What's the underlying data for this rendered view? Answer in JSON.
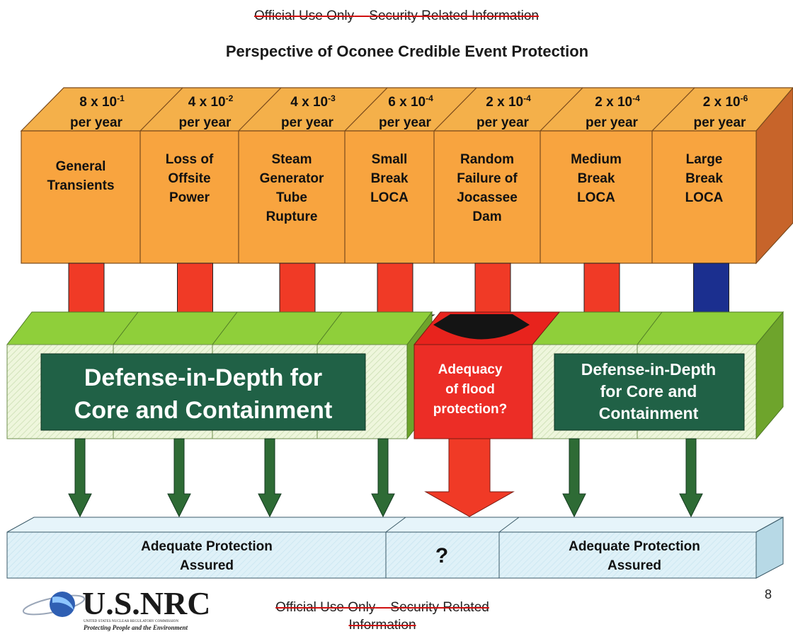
{
  "banner": {
    "prefix": "Official Use Only",
    "sep": " – ",
    "suffix": "Security Related Information"
  },
  "title": "Perspective of Oconee Credible Event Protection",
  "events": [
    {
      "mantissa": "8 x 10",
      "exp": "-1",
      "rate_unit": "per year",
      "lines": [
        "General",
        "Transients"
      ],
      "arrow": "red"
    },
    {
      "mantissa": "4 x 10",
      "exp": "-2",
      "rate_unit": "per year",
      "lines": [
        "Loss of",
        "Offsite",
        "Power"
      ],
      "arrow": "red"
    },
    {
      "mantissa": "4 x 10",
      "exp": "-3",
      "rate_unit": "per year",
      "lines": [
        "Steam",
        "Generator",
        "Tube",
        "Rupture"
      ],
      "arrow": "red"
    },
    {
      "mantissa": "6 x 10",
      "exp": "-4",
      "rate_unit": "per year",
      "lines": [
        "Small",
        "Break",
        "LOCA"
      ],
      "arrow": "red"
    },
    {
      "mantissa": "2 x 10",
      "exp": "-4",
      "rate_unit": "per year",
      "lines": [
        "Random",
        "Failure of",
        "Jocassee",
        "Dam"
      ],
      "arrow": "red"
    },
    {
      "mantissa": "2 x 10",
      "exp": "-4",
      "rate_unit": "per year",
      "lines": [
        "Medium",
        "Break",
        "LOCA"
      ],
      "arrow": "red"
    },
    {
      "mantissa": "2 x 10",
      "exp": "-6",
      "rate_unit": "per year",
      "lines": [
        "Large",
        "Break",
        "LOCA"
      ],
      "arrow": "blue"
    }
  ],
  "defense_left": {
    "lines": [
      "Defense-in-Depth for",
      "Core and Containment"
    ]
  },
  "flood": {
    "lines": [
      "Adequacy",
      "of flood",
      "protection?"
    ]
  },
  "defense_right": {
    "lines": [
      "Defense-in-Depth",
      "for Core and",
      "Containment"
    ]
  },
  "outcome_left": {
    "lines": [
      "Adequate Protection",
      "Assured"
    ]
  },
  "outcome_mid": {
    "text": "?"
  },
  "outcome_right": {
    "lines": [
      "Adequate Protection",
      "Assured"
    ]
  },
  "footer": {
    "line1_prefix": "Official Use Only",
    "line1_sep": " – ",
    "line1_suffix": "Security Related",
    "line2": "Information"
  },
  "page_number": "8",
  "logo": {
    "name": "U.S.NRC",
    "agency": "UNITED STATES NUCLEAR REGULATORY COMMISSION",
    "tagline": "Protecting People and the Environment"
  },
  "colors": {
    "orange_front": "#f8a43f",
    "orange_top": "#f4b04a",
    "orange_side": "#c7642a",
    "red_arrow": "#f03a26",
    "blue_arrow": "#1b2f8f",
    "green_top": "#8fcf3a",
    "green_face": "#e6f1cf",
    "green_side": "#6ea42c",
    "dark_green": "#206146",
    "arrow_green": "#2e6b35",
    "flood_red": "#ec2d26",
    "light_blue": "#d4ecf6"
  }
}
